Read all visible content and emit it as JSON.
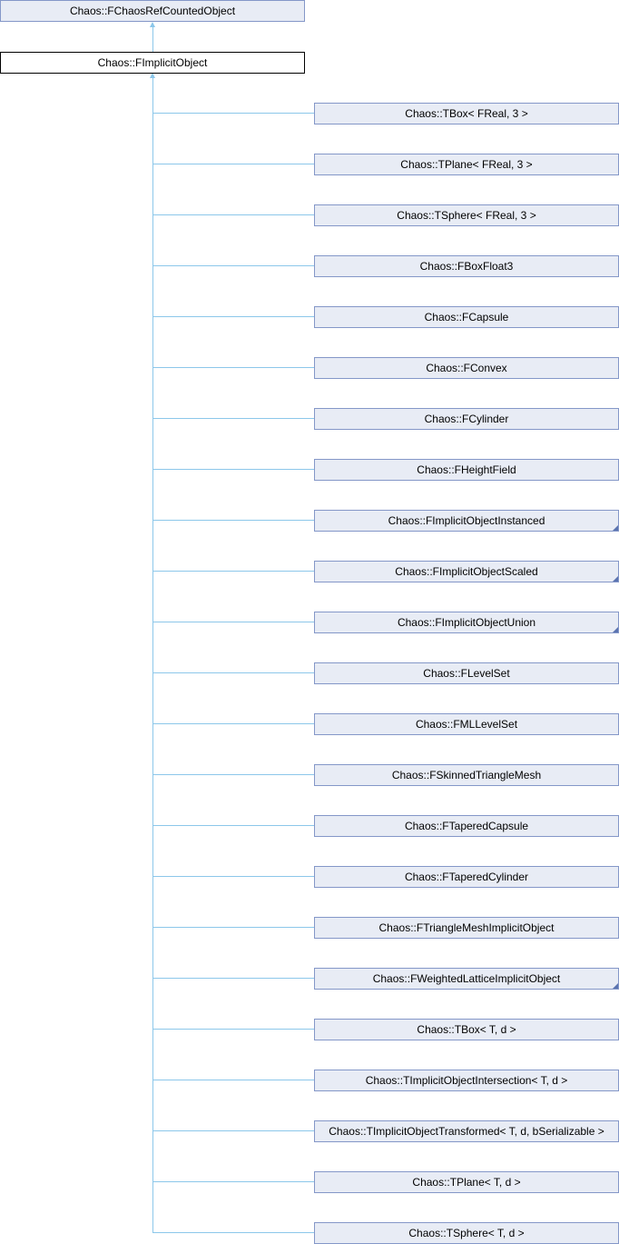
{
  "base": {
    "label": "Chaos::FChaosRefCountedObject"
  },
  "current": {
    "label": "Chaos::FImplicitObject"
  },
  "children": [
    {
      "label": "Chaos::TBox< FReal, 3 >",
      "has_children": false
    },
    {
      "label": "Chaos::TPlane< FReal, 3 >",
      "has_children": false
    },
    {
      "label": "Chaos::TSphere< FReal, 3 >",
      "has_children": false
    },
    {
      "label": "Chaos::FBoxFloat3",
      "has_children": false
    },
    {
      "label": "Chaos::FCapsule",
      "has_children": false
    },
    {
      "label": "Chaos::FConvex",
      "has_children": false
    },
    {
      "label": "Chaos::FCylinder",
      "has_children": false
    },
    {
      "label": "Chaos::FHeightField",
      "has_children": false
    },
    {
      "label": "Chaos::FImplicitObjectInstanced",
      "has_children": true
    },
    {
      "label": "Chaos::FImplicitObjectScaled",
      "has_children": true
    },
    {
      "label": "Chaos::FImplicitObjectUnion",
      "has_children": true
    },
    {
      "label": "Chaos::FLevelSet",
      "has_children": false
    },
    {
      "label": "Chaos::FMLLevelSet",
      "has_children": false
    },
    {
      "label": "Chaos::FSkinnedTriangleMesh",
      "has_children": false
    },
    {
      "label": "Chaos::FTaperedCapsule",
      "has_children": false
    },
    {
      "label": "Chaos::FTaperedCylinder",
      "has_children": false
    },
    {
      "label": "Chaos::FTriangleMeshImplicitObject",
      "has_children": false
    },
    {
      "label": "Chaos::FWeightedLatticeImplicitObject",
      "has_children": true
    },
    {
      "label": "Chaos::TBox< T, d >",
      "has_children": false
    },
    {
      "label": "Chaos::TImplicitObjectIntersection< T, d >",
      "has_children": false
    },
    {
      "label": "Chaos::TImplicitObjectTransformed< T, d, bSerializable >",
      "has_children": false
    },
    {
      "label": "Chaos::TPlane< T, d >",
      "has_children": false
    },
    {
      "label": "Chaos::TSphere< T, d >",
      "has_children": false
    }
  ]
}
